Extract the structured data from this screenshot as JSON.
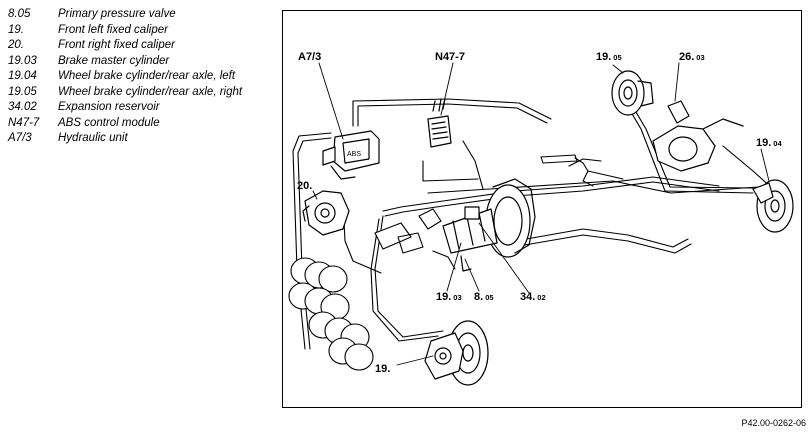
{
  "legend": [
    {
      "code": "8.05",
      "desc": "Primary pressure valve"
    },
    {
      "code": "19.",
      "desc": "Front left fixed caliper"
    },
    {
      "code": "20.",
      "desc": "Front right fixed caliper"
    },
    {
      "code": "19.03",
      "desc": "Brake master cylinder"
    },
    {
      "code": "19.04",
      "desc": "Wheel brake cylinder/rear axle, left"
    },
    {
      "code": "19.05",
      "desc": "Wheel brake cylinder/rear axle, right"
    },
    {
      "code": "34.02",
      "desc": "Expansion reservoir"
    },
    {
      "code": "N47-7",
      "desc": "ABS control module"
    },
    {
      "code": "A7/3",
      "desc": "Hydraulic unit"
    }
  ],
  "labels": {
    "a73": "A7/3",
    "n477": "N47-7",
    "l1905": {
      "main": "19.",
      "sub": "05"
    },
    "l2603": {
      "main": "26.",
      "sub": "03"
    },
    "l1904": {
      "main": "19.",
      "sub": "04"
    },
    "l20": "20.",
    "l1903": {
      "main": "19.",
      "sub": "03"
    },
    "l805": {
      "main": "8.",
      "sub": "05"
    },
    "l3402": {
      "main": "34.",
      "sub": "02"
    },
    "l19": "19."
  },
  "figure_ref": "P42.00-0262-06"
}
